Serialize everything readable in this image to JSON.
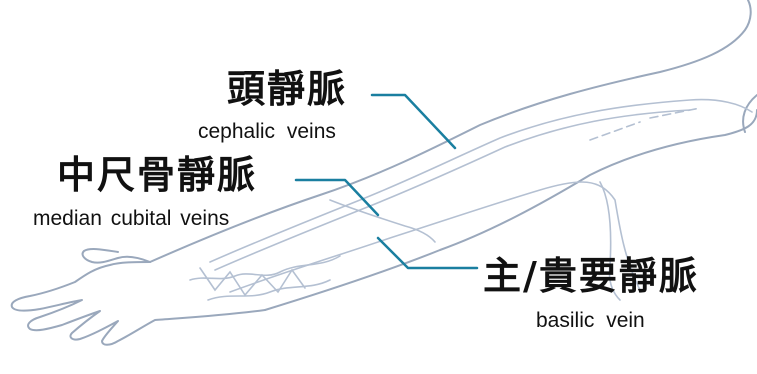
{
  "colors": {
    "outline": "#9aa8bc",
    "vein": "#b4c0d2",
    "leader_line": "#1a7fa0",
    "text": "#111111"
  },
  "labels": {
    "cephalic": {
      "zh": "頭靜脈",
      "en": "cephalic  veins"
    },
    "median_cubital": {
      "zh": "中尺骨靜脈",
      "en": "median cubital  veins"
    },
    "basilic": {
      "zh": "主/貴要靜脈",
      "en": "basilic  vein"
    }
  }
}
